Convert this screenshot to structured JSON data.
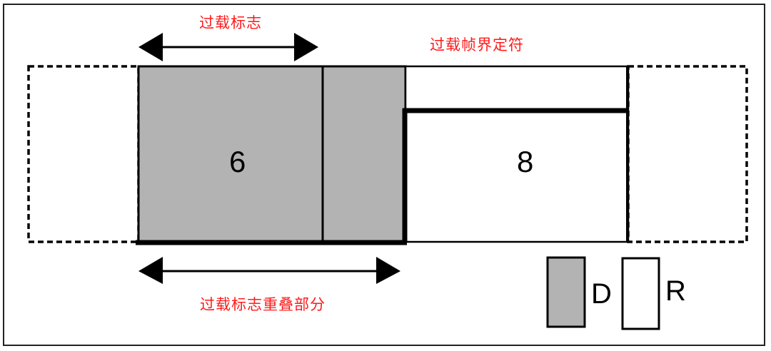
{
  "diagram": {
    "labels": {
      "overload_flag": "过载标志",
      "overload_delimiter": "过载帧界定符",
      "overload_flag_overlap": "过载标志重叠部分"
    },
    "fields": {
      "flag_bits": "6",
      "delimiter_bits": "8"
    },
    "legend": {
      "dominant": "D",
      "recessive": "R"
    },
    "colors": {
      "label_red": "#ff1a1a",
      "dominant_fill": "#b3b3b3",
      "recessive_fill": "#ffffff",
      "line": "#000000"
    }
  }
}
